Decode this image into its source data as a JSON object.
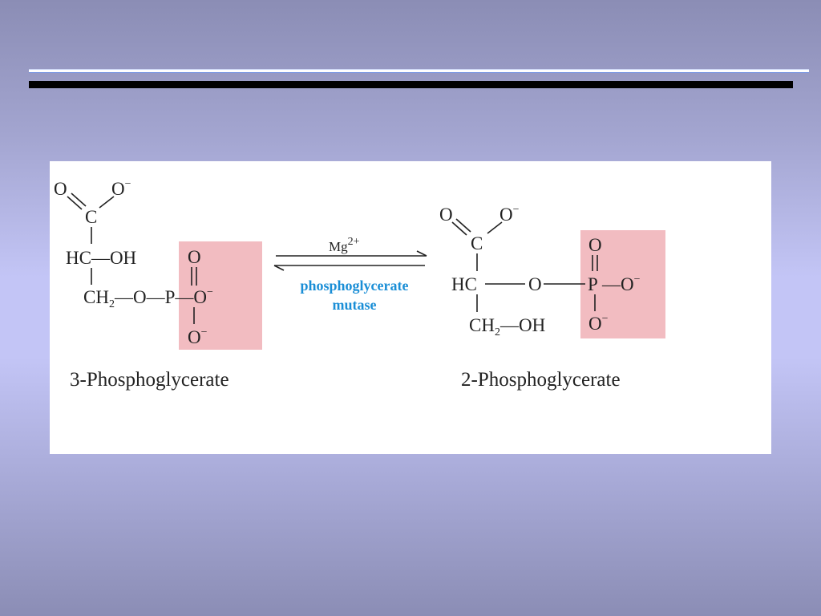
{
  "reaction": {
    "cofactor": "Mg",
    "cofactor_charge": "2+",
    "enzyme_line1": "phosphoglycerate",
    "enzyme_line2": "mutase"
  },
  "reactant": {
    "name": "3-Phosphoglycerate",
    "atoms": {
      "o_carbonyl": "O",
      "o_carboxylate": "O",
      "o_carboxylate_charge": "−",
      "carboxyl_c": "C",
      "hc_oh": "HC—OH",
      "ch2": "CH",
      "ch2_sub": "2",
      "ester_link": "—O—P—O",
      "ester_charge": "−",
      "p_top_o": "O",
      "p_bottom_o": "O",
      "p_bottom_charge": "−"
    }
  },
  "product": {
    "name": "2-Phosphoglycerate",
    "atoms": {
      "o_carbonyl": "O",
      "o_carboxylate": "O",
      "o_carboxylate_charge": "−",
      "carboxyl_c": "C",
      "hc": "HC",
      "bridge_o": "O",
      "p": "P",
      "p_right_o": "—O",
      "p_right_charge": "−",
      "p_top_o": "O",
      "p_bottom_o": "O",
      "p_bottom_charge": "−",
      "ch2": "CH",
      "ch2_sub": "2",
      "oh": "—OH"
    }
  },
  "colors": {
    "highlight": "#f2bcc1",
    "enzyme_text": "#1a8ed6"
  }
}
